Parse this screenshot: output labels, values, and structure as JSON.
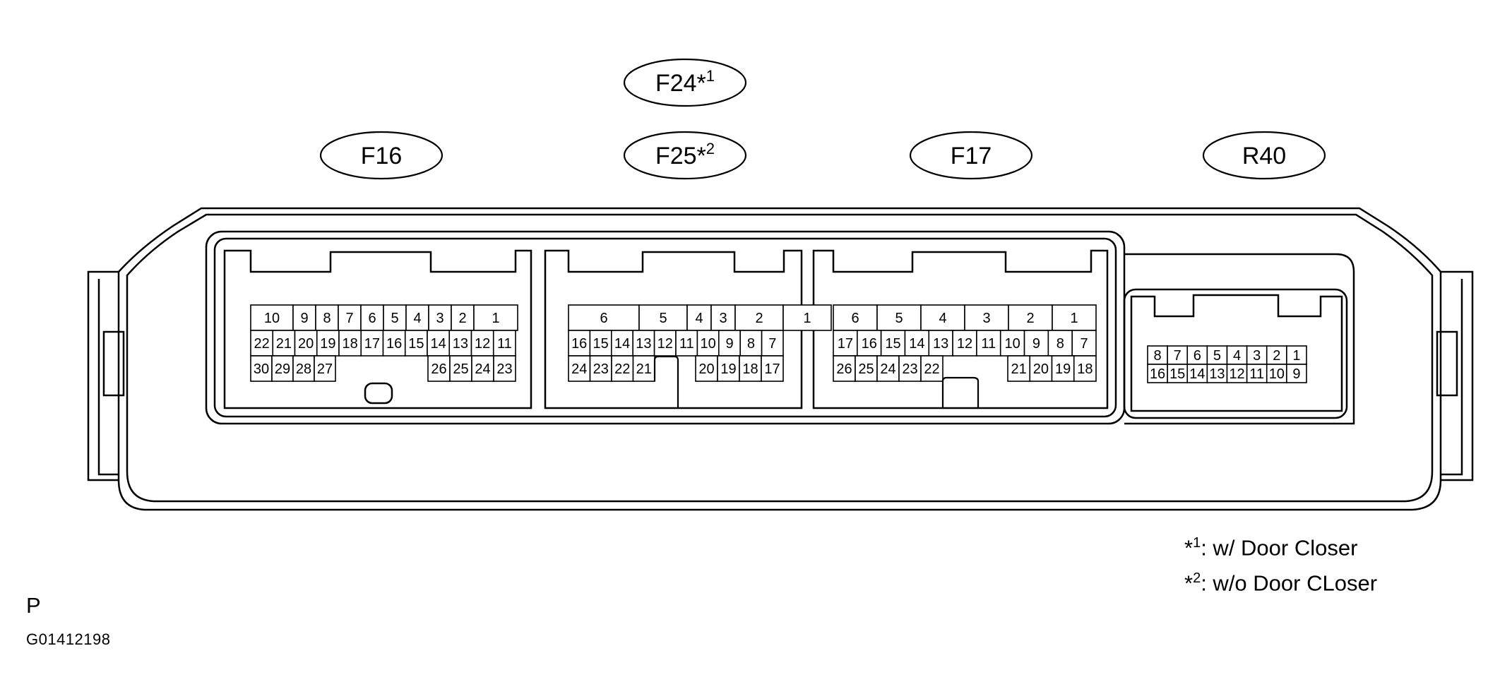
{
  "connector_labels": [
    {
      "id": "F16",
      "text": "F16",
      "sup": ""
    },
    {
      "id": "F24",
      "text": "F24*",
      "sup": "1"
    },
    {
      "id": "F25",
      "text": "F25*",
      "sup": "2"
    },
    {
      "id": "F17",
      "text": "F17",
      "sup": ""
    },
    {
      "id": "R40",
      "text": "R40",
      "sup": ""
    }
  ],
  "pins": {
    "F16": {
      "row1": [
        "10",
        "9",
        "8",
        "7",
        "6",
        "5",
        "4",
        "3",
        "2",
        "1"
      ],
      "row2": [
        "22",
        "21",
        "20",
        "19",
        "18",
        "17",
        "16",
        "15",
        "14",
        "13",
        "12",
        "11"
      ],
      "row3_left": [
        "30",
        "29",
        "28",
        "27"
      ],
      "row3_right": [
        "26",
        "25",
        "24",
        "23"
      ]
    },
    "F24_F25": {
      "row1": [
        "6",
        "5",
        "4",
        "3",
        "2",
        "1"
      ],
      "row2": [
        "16",
        "15",
        "14",
        "13",
        "12",
        "11",
        "10",
        "9",
        "8",
        "7"
      ],
      "row3_left": [
        "24",
        "23",
        "22",
        "21"
      ],
      "row3_right": [
        "20",
        "19",
        "18",
        "17"
      ]
    },
    "F17": {
      "row1": [
        "6",
        "5",
        "4",
        "3",
        "2",
        "1"
      ],
      "row2": [
        "17",
        "16",
        "15",
        "14",
        "13",
        "12",
        "11",
        "10",
        "9",
        "8",
        "7"
      ],
      "row3_left": [
        "26",
        "25",
        "24",
        "23",
        "22"
      ],
      "row3_right": [
        "21",
        "20",
        "19",
        "18"
      ]
    },
    "R40": {
      "row1": [
        "8",
        "7",
        "6",
        "5",
        "4",
        "3",
        "2",
        "1"
      ],
      "row2": [
        "16",
        "15",
        "14",
        "13",
        "12",
        "11",
        "10",
        "9"
      ]
    }
  },
  "footnotes": [
    {
      "mark": "*",
      "sup": "1",
      "text": ": w/ Door Closer"
    },
    {
      "mark": "*",
      "sup": "2",
      "text": ": w/o Door CLoser"
    }
  ],
  "page_letter": "P",
  "figure_id": "G01412198"
}
